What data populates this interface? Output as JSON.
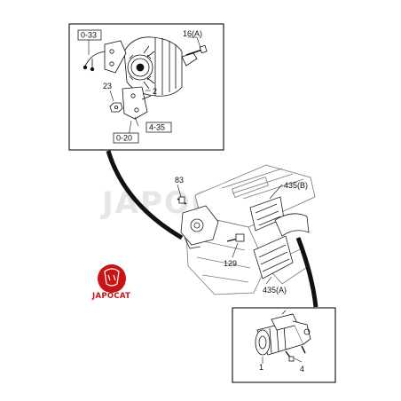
{
  "watermark": "JAPOCAT",
  "logo": {
    "text": "JAPOCAT",
    "color": "#c81414"
  },
  "callouts": {
    "top_ref_0_33": "0-33",
    "top_16a": "16(A)",
    "top_23": "23",
    "top_2": "2",
    "top_ref_4_35": "4-35",
    "top_ref_0_20": "0-20",
    "mid_83": "83",
    "mid_435b": "435(B)",
    "mid_129": "129",
    "mid_435a": "435(A)",
    "bot_1": "1",
    "bot_4": "4"
  },
  "colors": {
    "line": "#111111",
    "engine": "#777777",
    "box_border": "#222222"
  }
}
